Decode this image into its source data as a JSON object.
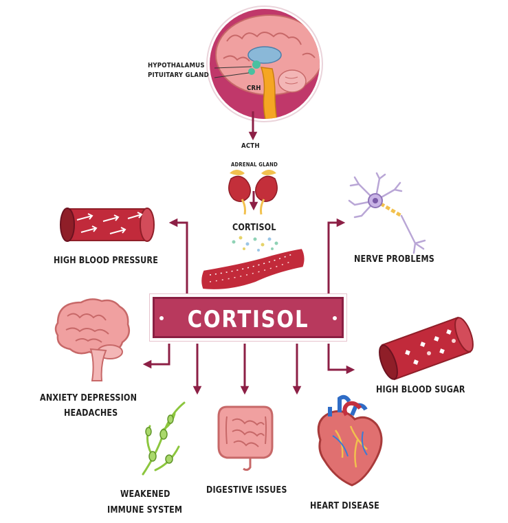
{
  "center": {
    "title": "CORTISOL"
  },
  "brain_section": {
    "hypothalamus_label": "HYPOTHALAMUS",
    "pituitary_label": "PITUITARY GLAND",
    "crh_label": "CRH"
  },
  "acth_label": "ACTH",
  "adrenal": {
    "gland_label": "ADRENAL GLAND",
    "hormone_label": "CORTISOL"
  },
  "effects": {
    "high_blood_pressure": "HIGH BLOOD PRESSURE",
    "nerve_problems": "NERVE PROBLEMS",
    "anxiety_line1": "ANXIETY DEPRESSION",
    "anxiety_line2": "HEADACHES",
    "high_blood_sugar": "HIGH BLOOD SUGAR",
    "immune_line1": "WEAKENED",
    "immune_line2": "IMMUNE SYSTEM",
    "digestive": "DIGESTIVE ISSUES",
    "heart": "HEART DISEASE"
  },
  "colors": {
    "arrow": "#8c1f45",
    "banner": "#b8395d",
    "banner_border": "#8a1f42",
    "brain_pink": "#e88a8a",
    "vessel_red": "#b3243a",
    "circle_magenta": "#c0386a"
  }
}
